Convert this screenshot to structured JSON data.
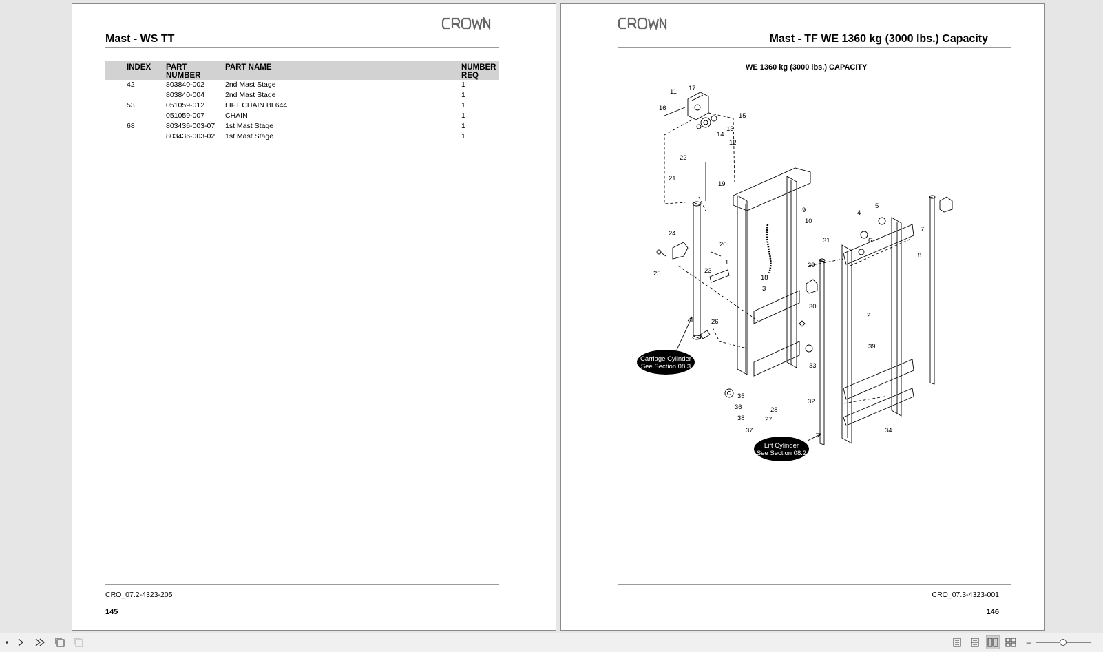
{
  "left_page": {
    "logo": "CROWN",
    "title": "Mast - WS TT",
    "table": {
      "headers": {
        "index": "INDEX",
        "part_number_1": "PART",
        "part_number_2": "NUMBER",
        "part_name": "PART NAME",
        "number_req_1": "NUMBER",
        "number_req_2": "REQ"
      },
      "rows": [
        {
          "index": "42",
          "part": "803840-002",
          "name": "2nd Mast Stage",
          "qty": "1"
        },
        {
          "index": "",
          "part": "803840-004",
          "name": "2nd Mast Stage",
          "qty": "1"
        },
        {
          "index": "53",
          "part": "051059-012",
          "name": "LIFT CHAIN BL644",
          "qty": "1"
        },
        {
          "index": "",
          "part": "051059-007",
          "name": "CHAIN",
          "qty": "1"
        },
        {
          "index": "68",
          "part": "803436-003-07",
          "name": "1st Mast Stage",
          "qty": "1"
        },
        {
          "index": "",
          "part": "803436-003-02",
          "name": "1st Mast Stage",
          "qty": "1"
        }
      ]
    },
    "footer_code": "CRO_07.2-4323-205",
    "page_number": "145"
  },
  "right_page": {
    "logo": "CROWN",
    "title": "Mast - TF WE 1360 kg (3000 lbs.) Capacity",
    "diagram_subtitle": "WE 1360 kg (3000 lbs.) CAPACITY",
    "callouts": {
      "carriage_line1": "Carriage Cylinder",
      "carriage_line2": "See Section 08.3",
      "lift_line1": "Lift Cylinder",
      "lift_line2": "See Section 08.2"
    },
    "part_labels": [
      "1",
      "2",
      "3",
      "4",
      "5",
      "6",
      "7",
      "8",
      "9",
      "10",
      "11",
      "12",
      "13",
      "14",
      "15",
      "16",
      "17",
      "18",
      "19",
      "20",
      "21",
      "22",
      "23",
      "24",
      "25",
      "26",
      "27",
      "28",
      "29",
      "30",
      "31",
      "32",
      "33",
      "34",
      "35",
      "36",
      "37",
      "38",
      "39"
    ],
    "footer_code": "CRO_07.3-4323-001",
    "page_number": "146"
  },
  "toolbar": {
    "icons": [
      "dropdown-icon",
      "next-page-icon",
      "last-page-icon",
      "copy-page-icon",
      "copy-page-disabled-icon"
    ],
    "view_modes": [
      "single-page-icon",
      "continuous-icon",
      "two-page-icon",
      "two-page-continuous-icon"
    ],
    "active_view": "two-page-icon",
    "zoom_out_symbol": "–",
    "zoom_level": 0.5
  }
}
